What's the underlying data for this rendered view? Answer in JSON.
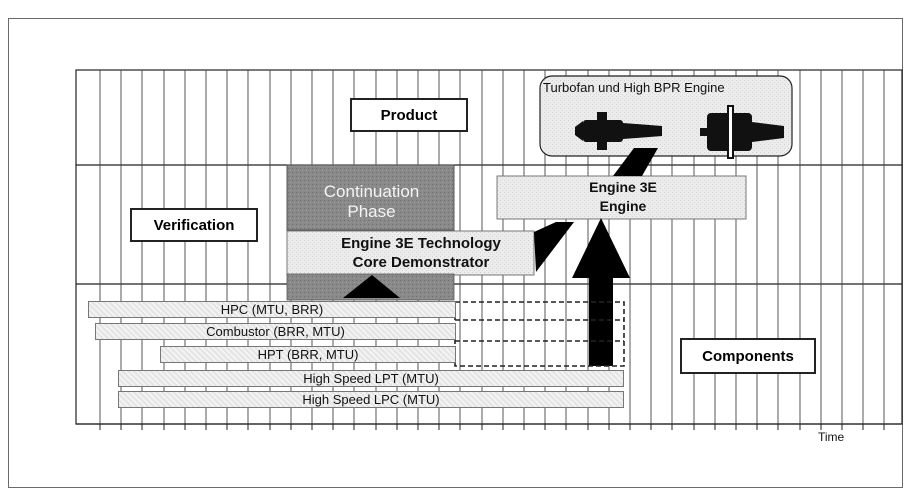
{
  "labels": {
    "product": "Product",
    "verification": "Verification",
    "components": "Components",
    "time": "Time"
  },
  "engine_panel": {
    "title": "Turbofan und High BPR Engine"
  },
  "blocks": {
    "continuation": "Continuation\nPhase",
    "core_demo": "Engine 3E Technology\nCore Demonstrator",
    "engine3e": "Engine 3E\nEngine"
  },
  "component_bars": [
    {
      "label": "HPC (MTU, BRR)"
    },
    {
      "label": "Combustor (BRR, MTU)"
    },
    {
      "label": "HPT (BRR, MTU)"
    },
    {
      "label": "High Speed LPT (MTU)"
    },
    {
      "label": "High Speed LPC (MTU)"
    }
  ]
}
